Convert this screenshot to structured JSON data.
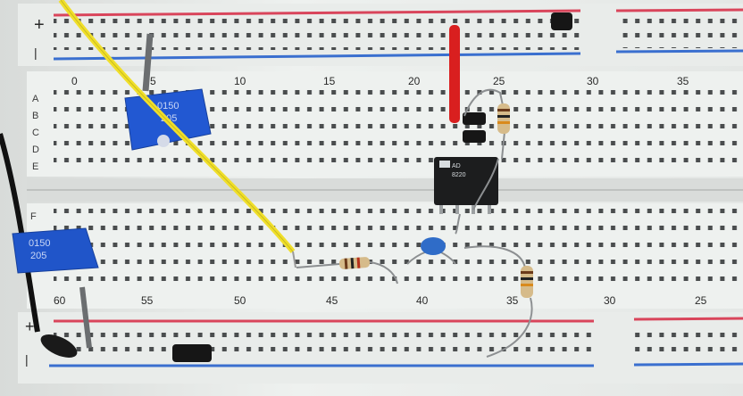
{
  "rail_signs": {
    "top_plus": "+",
    "top_minus": "|",
    "bottom_plus": "+",
    "bottom_minus": "|"
  },
  "column_numbers_top": [
    "0",
    "5",
    "10",
    "15",
    "20",
    "25",
    "30",
    "35"
  ],
  "column_numbers_bottom": [
    "60",
    "55",
    "50",
    "45",
    "40",
    "35",
    "30",
    "25"
  ],
  "row_letters_top": [
    "A",
    "B",
    "C",
    "D",
    "E"
  ],
  "row_letters_bottom": [
    "F"
  ],
  "chip_text": [
    "AD",
    "8220"
  ],
  "pot_text": [
    "0150",
    "205"
  ],
  "colors": {
    "board": "#ecefed",
    "rail_red": "#d9455b",
    "rail_blue": "#3a6fcf",
    "yellow_wire": "#f0df2a",
    "red_wire": "#d91f1f",
    "pot_blue": "#2055c9",
    "capacitor": "#2f6cc8"
  }
}
